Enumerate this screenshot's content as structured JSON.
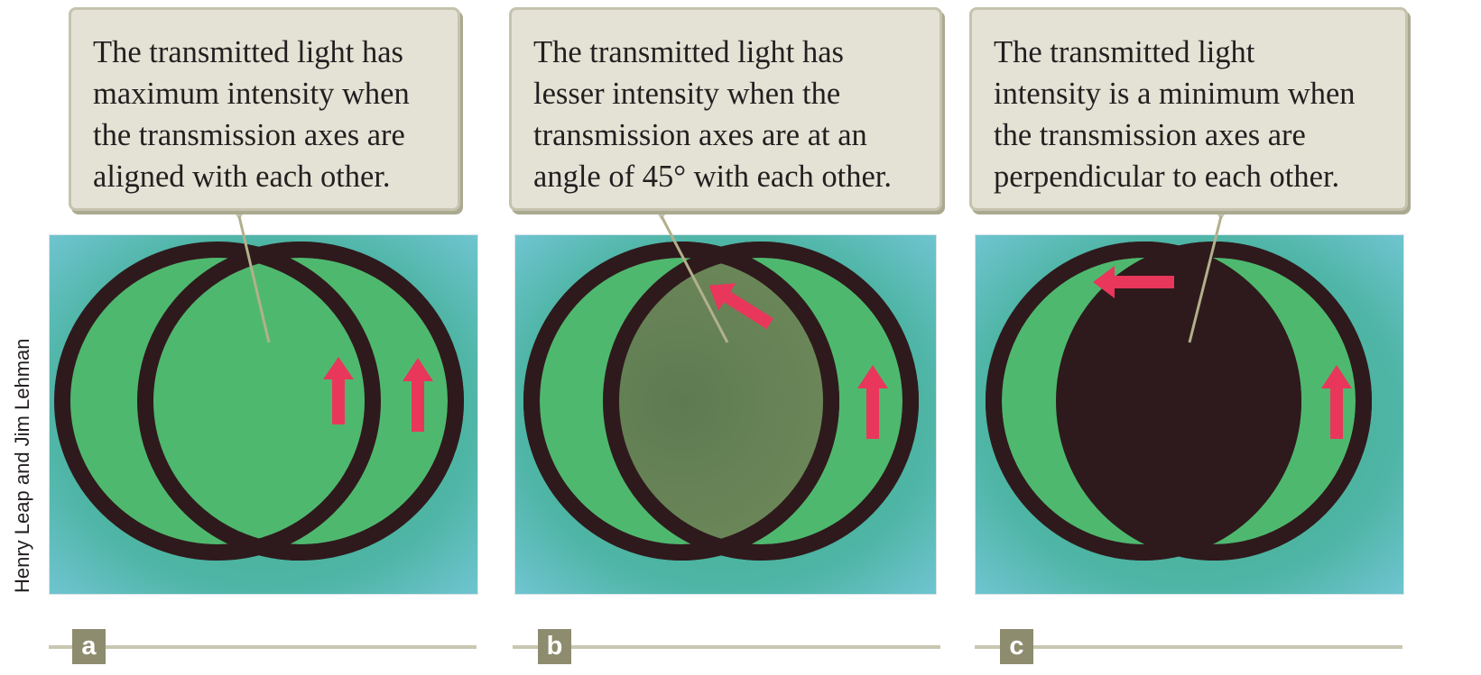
{
  "credit": "Henry Leap and Jim Lehman",
  "panels": [
    {
      "label": "a",
      "caption": "The transmitted light has\nmaximum intensity when\nthe transmission axes are\naligned with each other.",
      "overlap_brightness": 1.0,
      "front_axis_angle_deg": 0
    },
    {
      "label": "b",
      "caption": "The transmitted light has\nlesser intensity when the\ntransmission axes are at an\nangle of 45° with each other.",
      "overlap_brightness": 0.5,
      "front_axis_angle_deg": 45
    },
    {
      "label": "c",
      "caption": "The transmitted light\nintensity is a minimum when\nthe transmission axes are\nperpendicular to each other.",
      "overlap_brightness": 0.0,
      "front_axis_angle_deg": 90
    }
  ],
  "colors": {
    "filter_green": "#4fb86f",
    "frame_dark": "#2e1a1c",
    "background_teal": "#4fb9b0",
    "arrow_red": "#e8375a",
    "callout_fill": "#e4e2d5",
    "label_badge": "#8e8c6e"
  }
}
